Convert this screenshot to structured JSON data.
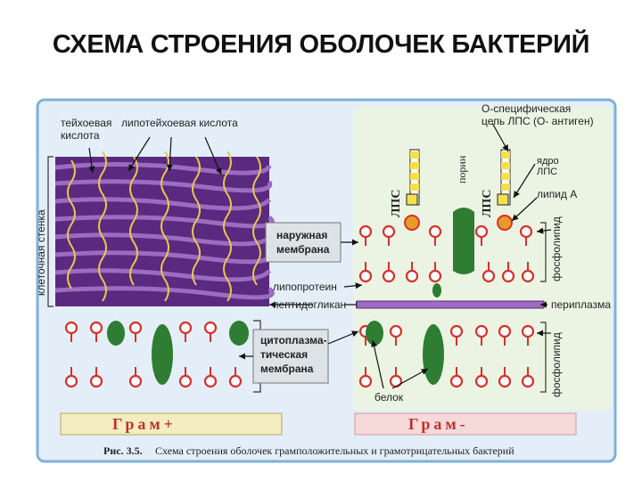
{
  "slide": {
    "title": "СХЕМА СТРОЕНИЯ ОБОЛОЧЕК БАКТЕРИЙ"
  },
  "figure": {
    "labels": {
      "teichoic_line1": "тейхоевая",
      "teichoic_line2": "кислота",
      "lipoteichoic": "липотейхоевая  кислота",
      "cell_wall": "клеточная стенка",
      "o_specific_line1": "О-специфическая",
      "o_specific_line2": "цепь ЛПС (О- антиген)",
      "lps_core_line1": "ядро",
      "lps_core_line2": "ЛПС",
      "lipid_a": "липид А",
      "lps_left": "ЛПС",
      "lps_right": "ЛПС",
      "porin": "порин",
      "phospholipid_top": "фосфолипид",
      "phospholipid_bottom": "фосфолипид",
      "outer_membrane_line1": "наружная",
      "outer_membrane_line2": "мембрана",
      "lipoprotein": "липопротеин",
      "peptidoglycan": "пептидогликан",
      "periplasm": "периплазма",
      "cytoplasmic_line1": "цитоплазма-",
      "cytoplasmic_line2": "тическая",
      "cytoplasmic_line3": "мембрана",
      "protein": "белок",
      "gram_positive": "Грам+",
      "gram_negative": "Грам-",
      "caption_prefix": "Рис. 3.5.",
      "caption_text": "Схема строения оболочек грамположительных и грамотрицательных бактерий"
    },
    "colors": {
      "frame_border": "#7fb2d8",
      "frame_bg": "#e3eef8",
      "wall_purple": "#5a2a80",
      "wall_band": "#9b6cc0",
      "teichoic_yellow": "#e8c84a",
      "phospholipid_red": "#d7302b",
      "protein_green": "#2e7d32",
      "label_box_bg": "#dde2e6",
      "gram_pos_bg": "#f4edc2",
      "gram_neg_bg": "#f6d9d9",
      "gram_text": "#c0302c",
      "outer_area_bg": "#eef6d8",
      "lps_yellow": "#f3e04a"
    }
  }
}
